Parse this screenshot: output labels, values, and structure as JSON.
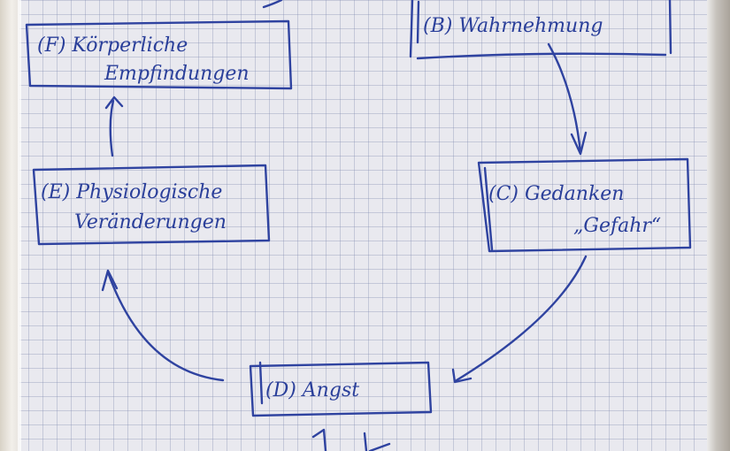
{
  "diagram": {
    "nodes": {
      "b": {
        "lines": [
          "(B) Wahrnehmung"
        ]
      },
      "c": {
        "lines": [
          "(C) Gedanken",
          "„Gefahr“"
        ]
      },
      "d": {
        "lines": [
          "(D) Angst"
        ]
      },
      "e": {
        "lines": [
          "(E) Physiologische",
          "Veränderungen"
        ]
      },
      "f": {
        "lines": [
          "(F) Körperliche",
          "Empfindungen"
        ]
      }
    },
    "colors": {
      "ink": "#2f43a0",
      "paper": "#e9e9ef",
      "grid": "#7882aa"
    }
  }
}
